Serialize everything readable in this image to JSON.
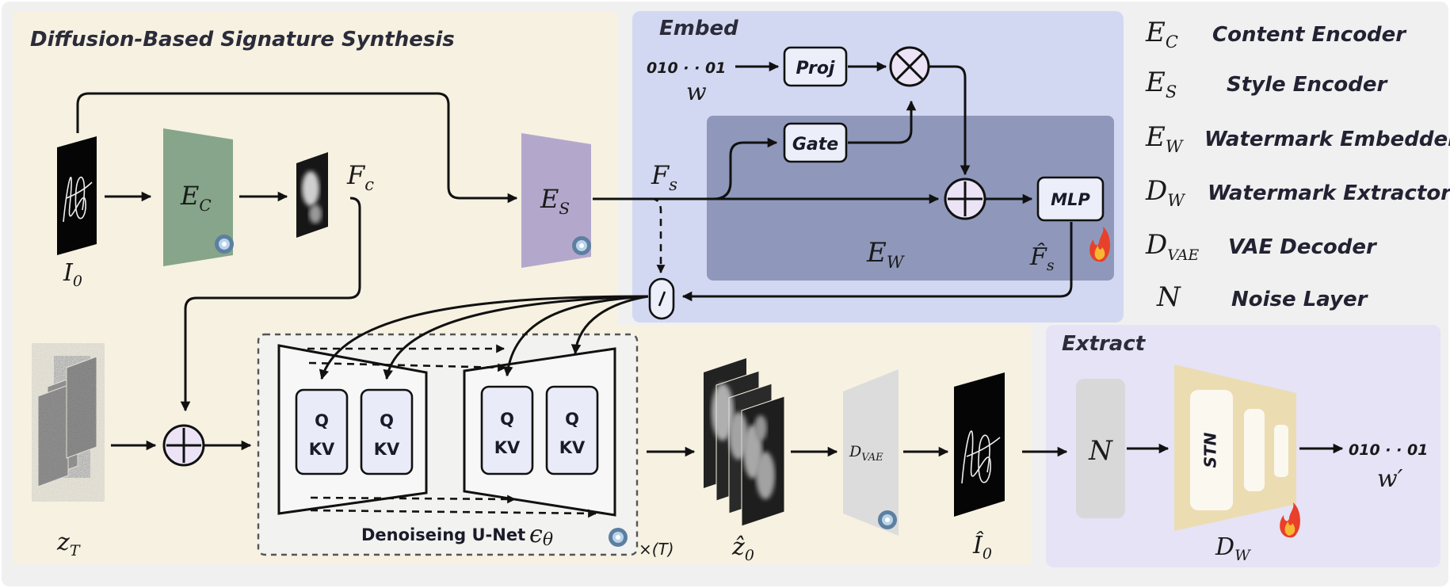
{
  "sections": {
    "diffusion": "Diffusion-Based Signature Synthesis",
    "embed": "Embed",
    "extract": "Extract"
  },
  "blocks": {
    "proj": "Proj",
    "gate": "Gate",
    "mlp": "MLP",
    "stn": "STN",
    "noise_layer": "N",
    "unet_label": "Denoiseing U-Net",
    "repeat": "×(T)",
    "q": "Q",
    "kv": "KV"
  },
  "symbols": {
    "i0": "I",
    "i0_sub": "0",
    "ec": "E",
    "ec_sub": "C",
    "fc": "F",
    "fc_sub": "c",
    "es": "E",
    "es_sub": "S",
    "fs": "F",
    "fs_sub": "s",
    "ew": "E",
    "ew_sub": "W",
    "fs_hat": "F̂",
    "fs_hat_sub": "s",
    "zt": "z",
    "zt_sub": "T",
    "z0_hat": "ẑ",
    "z0_hat_sub": "0",
    "dvae": "D",
    "dvae_sub": "VAE",
    "i0_hat": "Î",
    "i0_hat_sub": "0",
    "dw": "D",
    "dw_sub": "W",
    "eps": "ϵ",
    "eps_sub": "θ",
    "w": "w",
    "w_prime": "w′"
  },
  "bits": {
    "input": "010 · · 01",
    "output": "010 · · 01"
  },
  "legend": [
    {
      "sym": "E",
      "sub": "C",
      "desc": "Content Encoder"
    },
    {
      "sym": "E",
      "sub": "S",
      "desc": "Style Encoder"
    },
    {
      "sym": "E",
      "sub": "W",
      "desc": "Watermark Embedder"
    },
    {
      "sym": "D",
      "sub": "W",
      "desc": "Watermark Extractor"
    },
    {
      "sym": "D",
      "sub": "VAE",
      "desc": "VAE Decoder"
    },
    {
      "sym": "N",
      "sub": "",
      "desc": "Noise Layer"
    }
  ],
  "colors": {
    "diffusion_bg": "#f6f1e1",
    "embed_bg": "#d3d8f2",
    "embedder_bg": "#8f98ba",
    "extract_bg": "#e5e3f5",
    "content_encoder": "#86a58a",
    "style_encoder": "#b3a8cc",
    "extractor": "#ecdcb2"
  }
}
